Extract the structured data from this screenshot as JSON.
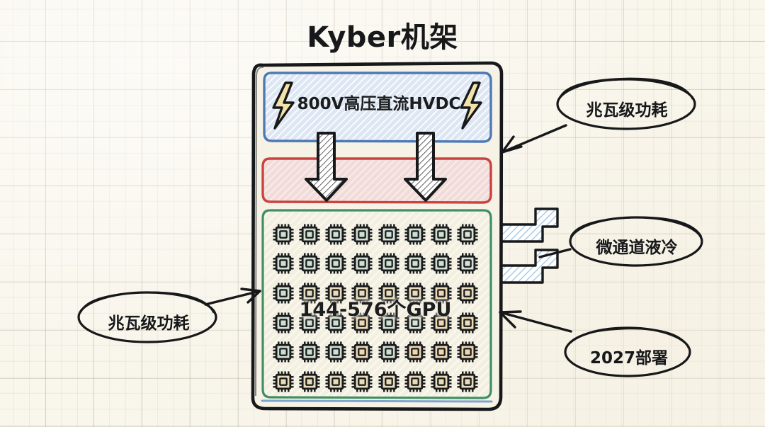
{
  "title": "Kyber机架",
  "rack": {
    "power_section": {
      "label": "800V高压直流HVDC",
      "icon_left": "lightning-bolt-icon",
      "icon_right": "lightning-bolt-icon",
      "border_color": "#4e79b5",
      "fill_color": "#dbe5f2"
    },
    "middle_section": {
      "label": "",
      "border_color": "#c9433f",
      "fill_color": "#f3dedd"
    },
    "compute_section": {
      "label": "144-576个GPU",
      "border_color": "#3f8f63",
      "fill_color": "#f2efe2",
      "grid_rows": 6,
      "grid_cols": 8,
      "chip_count": 48,
      "chip_fills": [
        "#cfe0d2",
        "#cfe0d2",
        "#cfe0d2",
        "#cfe0d2",
        "#d4e2d8",
        "#cfe0d2",
        "#cfe0d2",
        "#d8e3d6",
        "#cfe0d2",
        "#cfe0d2",
        "#cfe0d2",
        "#cfe0d2",
        "#cfe0d2",
        "#cfe0d2",
        "#cfe0d2",
        "#d7e2d7",
        "#cfe0d2",
        "#e4dcc0",
        "#e8dcbd",
        "#e8dcbd",
        "#e8dcbd",
        "#e8dcbd",
        "#ecd9b4",
        "#e8dcbd",
        "#cfe0d2",
        "#d5e2d6",
        "#cfe0d2",
        "#ecd9b4",
        "#cfe0d2",
        "#d9e2d3",
        "#ecd9b4",
        "#eddcb6",
        "#cfe0d2",
        "#cfe0d2",
        "#cfe0d2",
        "#ecd9b4",
        "#cfe0d2",
        "#ecd9b4",
        "#ecd9b4",
        "#ecd9b4",
        "#e9dcbb",
        "#e9dcbb",
        "#e9dcbb",
        "#e9dcbb",
        "#e9dcbb",
        "#e9dcbb",
        "#e9dcbb",
        "#e9dcbb"
      ]
    },
    "arrows": {
      "count": 2,
      "direction": "down",
      "style": "hatched-outline"
    },
    "pipes": {
      "count": 2,
      "name": "liquid-cooling-pipe",
      "fill_color": "#d5e4f2"
    }
  },
  "callouts": [
    {
      "id": "power-right",
      "label": "兆瓦级功耗"
    },
    {
      "id": "cooling",
      "label": "微通道液冷"
    },
    {
      "id": "deploy",
      "label": "2027部署"
    },
    {
      "id": "power-left",
      "label": "兆瓦级功耗"
    }
  ],
  "colors": {
    "paper": "#f9f6ec",
    "ink": "#17181a",
    "blue": "#4e79b5",
    "red": "#c9433f",
    "green": "#3f8f63",
    "bolt": "#f2e2a8"
  }
}
